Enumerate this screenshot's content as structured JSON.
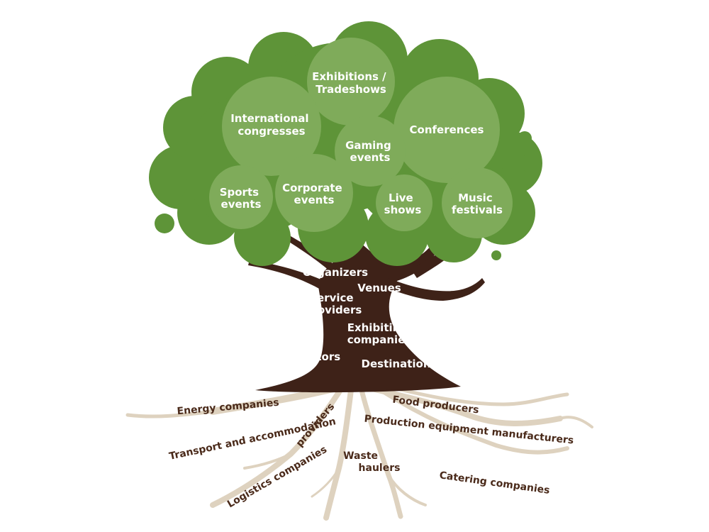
{
  "colors": {
    "foliage_dark": "#5e9438",
    "foliage_mid": "#6a9f45",
    "circle_light": "#7fab5a",
    "trunk": "#3e2218",
    "root": "#ded2bf",
    "root_text": "#4a2a1a"
  },
  "crown": [
    {
      "id": "exhibitions",
      "lines": [
        "Exhibitions /",
        "Tradeshows"
      ]
    },
    {
      "id": "international",
      "lines": [
        "International",
        "congresses"
      ]
    },
    {
      "id": "conferences",
      "lines": [
        "Conferences"
      ]
    },
    {
      "id": "gaming",
      "lines": [
        "Gaming",
        "events"
      ]
    },
    {
      "id": "sports",
      "lines": [
        "Sports",
        "events"
      ]
    },
    {
      "id": "corporate",
      "lines": [
        "Corporate",
        "events"
      ]
    },
    {
      "id": "live",
      "lines": [
        "Live",
        "shows"
      ]
    },
    {
      "id": "music",
      "lines": [
        "Music",
        "festivals"
      ]
    }
  ],
  "trunk": [
    {
      "id": "organizers",
      "lines": [
        "Organizers"
      ]
    },
    {
      "id": "venues",
      "lines": [
        "Venues"
      ]
    },
    {
      "id": "service",
      "lines": [
        "Service",
        "providers"
      ]
    },
    {
      "id": "exhibiting",
      "lines": [
        "Exhibiting",
        "companies"
      ]
    },
    {
      "id": "visitors",
      "lines": [
        "Visitors"
      ]
    },
    {
      "id": "destinations",
      "lines": [
        "Destinations"
      ]
    }
  ],
  "roots": [
    {
      "id": "energy",
      "text": "Energy companies"
    },
    {
      "id": "transport",
      "text": "Transport and accommodation"
    },
    {
      "id": "providers",
      "text": "providers"
    },
    {
      "id": "logistics",
      "text": "Logistics companies"
    },
    {
      "id": "waste",
      "lines": [
        "Waste",
        "haulers"
      ]
    },
    {
      "id": "food",
      "text": "Food producers"
    },
    {
      "id": "production",
      "text": "Production equipment manufacturers"
    },
    {
      "id": "catering",
      "text": "Catering companies"
    }
  ]
}
